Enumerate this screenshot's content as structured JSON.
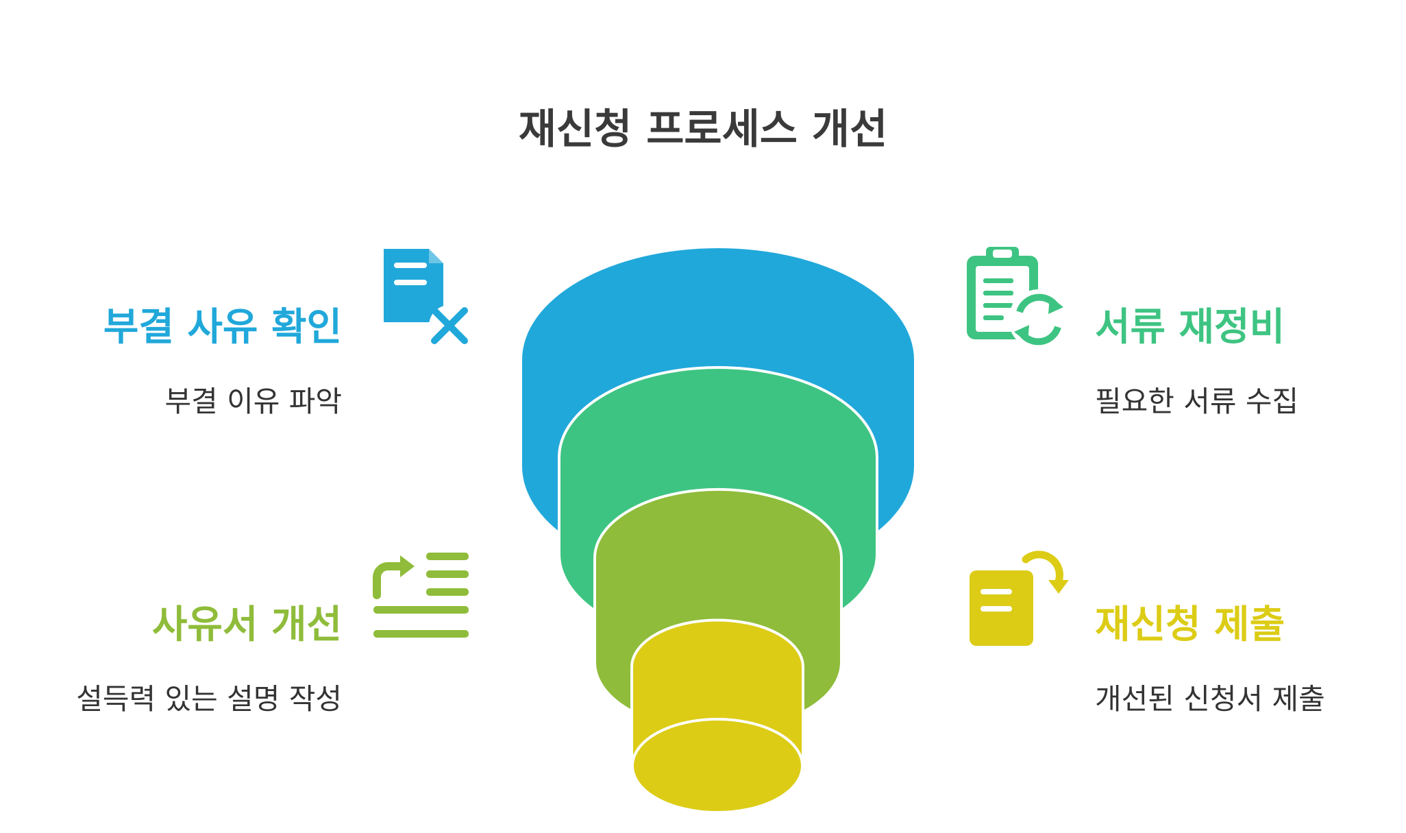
{
  "title": "재신청 프로세스 개선",
  "colors": {
    "blue": "#21A8DA",
    "green": "#3EC482",
    "lime": "#8FBC3A",
    "yellow": "#DCCC16",
    "title": "#3a3a3a",
    "text": "#333333"
  },
  "steps": [
    {
      "heading": "부결 사유 확인",
      "desc": "부결 이유 파악",
      "color": "#21A8DA",
      "icon": "document-x-icon"
    },
    {
      "heading": "서류 재정비",
      "desc": "필요한 서류 수집",
      "color": "#3EC482",
      "icon": "clipboard-refresh-icon"
    },
    {
      "heading": "사유서 개선",
      "desc": "설득력 있는 설명 작성",
      "color": "#8FBC3A",
      "icon": "list-indent-arrow-icon"
    },
    {
      "heading": "재신청 제출",
      "desc": "개선된 신청서 제출",
      "color": "#DCCC16",
      "icon": "document-send-icon"
    }
  ]
}
